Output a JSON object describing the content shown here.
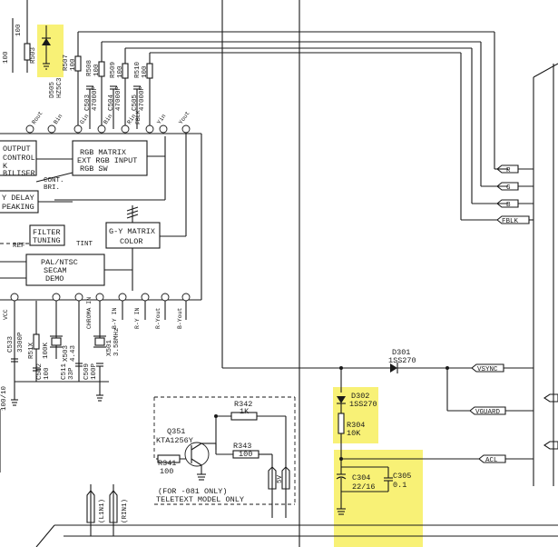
{
  "blocks": {
    "output_control": [
      "OUTPUT",
      "CONTROL",
      "K",
      "BILISER"
    ],
    "rgb_matrix": [
      "RGB MATRIX",
      "EXT RGB INPUT",
      "RGB SW"
    ],
    "y_delay": [
      "Y DELAY",
      "PEAKING"
    ],
    "filter_tuning": [
      "FILTER",
      "TUNING"
    ],
    "gy_matrix": [
      "G-Y MATRIX",
      "COLOR"
    ],
    "pal_ntsc": [
      "PAL/NTSC",
      "SECAM",
      "DEMO"
    ],
    "cont_bri": [
      "CONT.",
      "BRI."
    ],
    "ref": "REF",
    "tint": "TINT"
  },
  "top_components": {
    "r503": "R503",
    "val_100_a": "100",
    "val_100_b": "100",
    "d505": [
      "D505",
      "HZ5C3"
    ],
    "r507": [
      "R507",
      "100"
    ],
    "c503": [
      "C503",
      "47000P"
    ],
    "r508": [
      "R508",
      "100"
    ],
    "c504": [
      "C504",
      "47000P"
    ],
    "r509": [
      "R509",
      "100"
    ],
    "c505": [
      "C505",
      "47000P"
    ],
    "r510": [
      "R510",
      "100"
    ]
  },
  "ic_pins_top": [
    "Rout",
    "Bin",
    "Gin",
    "Bin",
    "Rin",
    "FBLK",
    "Yin",
    "Yout"
  ],
  "ic_pins_bottom": [
    "VCC",
    "CHROMA IN",
    "B-Y IN",
    "R-Y IN",
    "R-Yout",
    "B-Yout"
  ],
  "connectors": {
    "r": "R",
    "g": "G",
    "b": "B",
    "fblk": "FBLK",
    "vsync": "VSYNC",
    "vguard": "VGUARD",
    "acl": "ACL"
  },
  "lower_left": {
    "c533": [
      "C533",
      "3300P"
    ],
    "r51x": [
      "R51X",
      "100K"
    ],
    "c51x": [
      "C512",
      "100"
    ],
    "x503": [
      "X503",
      "4.43"
    ],
    "c511": [
      "C511",
      "33P"
    ],
    "x501": [
      "X501",
      "3.58MHz"
    ],
    "c509": [
      "C509",
      "100P"
    ],
    "r_left": [
      "100/10"
    ]
  },
  "right_components": {
    "d301": [
      "D301",
      "1SS270"
    ],
    "d302": [
      "D302",
      "1SS270"
    ],
    "r304": [
      "R304",
      "10K"
    ],
    "c304": [
      "C304",
      "22/16"
    ],
    "c305": [
      "C305",
      "0.1"
    ]
  },
  "teletext": {
    "r342": [
      "R342",
      "1K"
    ],
    "q351": [
      "Q351",
      "KTA1256Y"
    ],
    "r343": [
      "R343",
      "100"
    ],
    "r341": [
      "R341",
      "100"
    ],
    "note": [
      "(FOR -081 ONLY)",
      "TELETEXT MODEL ONLY"
    ],
    "voltage": "5V",
    "pins": [
      "(L1N1)",
      "(RIN1)"
    ]
  },
  "highlight_color": "#f7ef5e"
}
